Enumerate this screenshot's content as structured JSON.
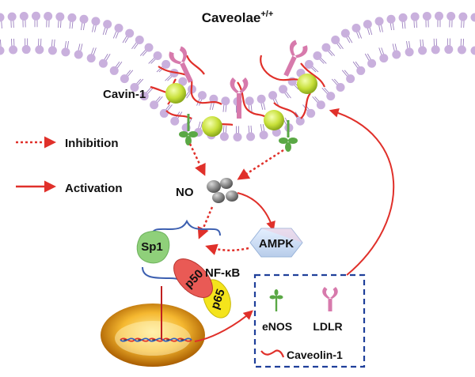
{
  "labels": {
    "caveolae": "Caveolae",
    "caveolae_sup": "+/+",
    "cavin": "Cavin-1",
    "inhibition": "Inhibition",
    "activation": "Activation",
    "no": "NO",
    "ampk": "AMPK",
    "sp1": "Sp1",
    "nfkb": "NF-κB",
    "p50": "p50",
    "p65": "p65",
    "enos": "eNOS",
    "ldlr": "LDLR",
    "caveolin": "Caveolin-1"
  },
  "colors": {
    "membrane": "#c9b0dd",
    "lipid_tail": "#9b7fbf",
    "caveolin_red": "#e0302a",
    "ldlr_pink": "#d77aac",
    "cavin_green": "#c8e03a",
    "enos_green": "#5aa845",
    "no_gray": "#7a7a7a",
    "ampk_fill": "#cfe0f5",
    "sp1_green": "#8fd07a",
    "p50_red": "#e95a55",
    "p65_yellow": "#f4e41c",
    "nucleus_orange": "#f0a020",
    "box_blue": "#1f3f9a",
    "arrow_red": "#e0302a"
  }
}
